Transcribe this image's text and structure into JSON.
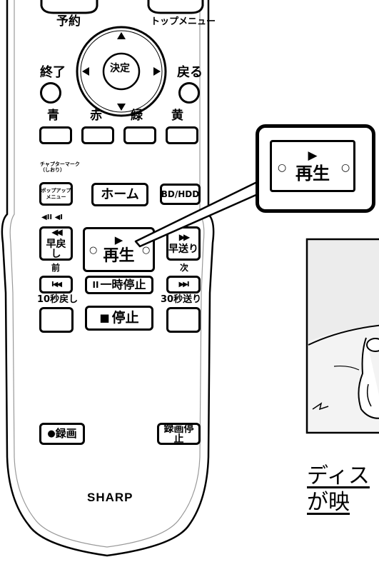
{
  "remote": {
    "top": {
      "reserve_label": "予約",
      "top_menu_label": "トップメニュー"
    },
    "dpad": {
      "enter_label": "決定"
    },
    "side_buttons": {
      "exit_label": "終了",
      "back_label": "戻る"
    },
    "color_buttons": [
      {
        "label": "青"
      },
      {
        "label": "赤"
      },
      {
        "label": "緑"
      },
      {
        "label": "黄"
      }
    ],
    "chapter_mark_label": "チャプターマーク\n（しおり）",
    "popup_menu_label": "（ポップアップ）\nメニュー",
    "home_label": "ホーム",
    "bd_hdd_label": "BD/HDD",
    "slow_labels": "◀II ◀I",
    "rewind_label": "早戻し",
    "play_label": "再生",
    "fast_forward_label": "早送り",
    "prev_label": "前",
    "next_label": "次",
    "pause_label": "一時停止",
    "skip_back_label": "10秒戻し",
    "skip_forward_label": "30秒送り",
    "stop_label": "停止",
    "record_label": "録画",
    "record_stop_label": "録画停止",
    "brand": "SHARP"
  },
  "callout": {
    "play_label": "再生"
  },
  "instruction": {
    "line1": "ディス",
    "line2": "が映"
  }
}
